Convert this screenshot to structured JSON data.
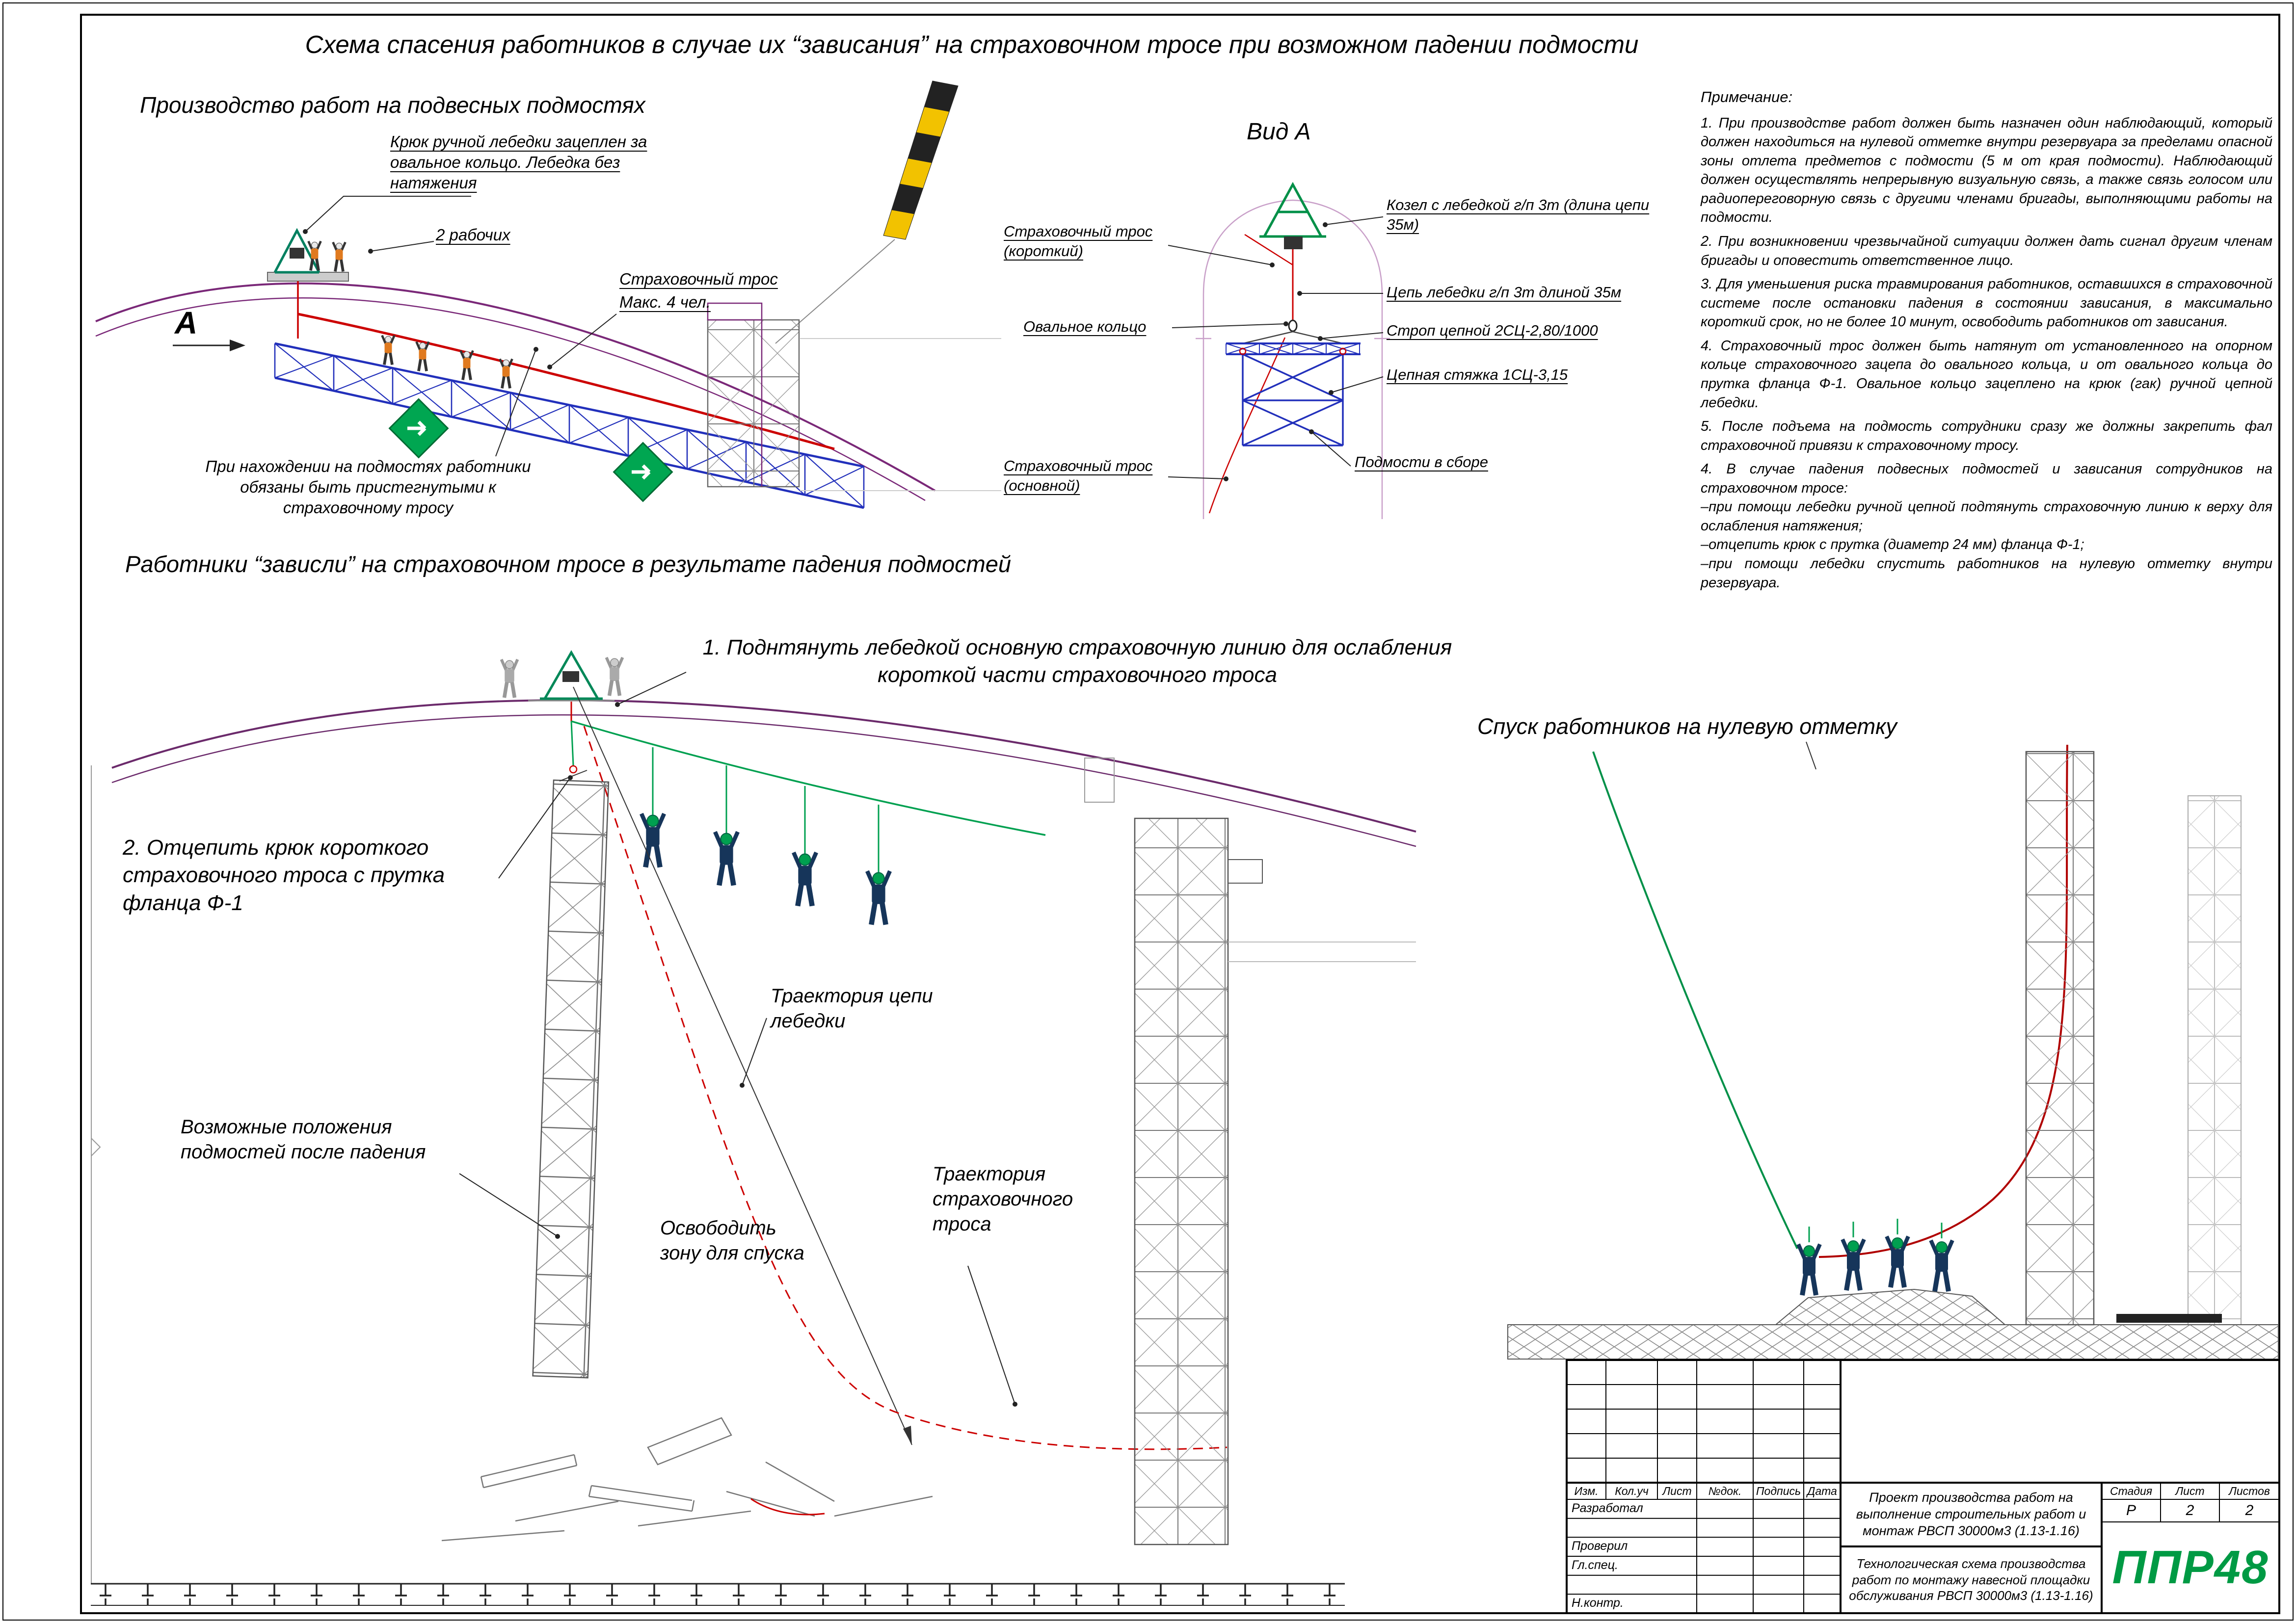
{
  "page": {
    "title": "Схема спасения работников в случае их “зависания” на страховочном тросе при возможном падении подмости"
  },
  "palette": {
    "roof_purple": "#7a2878",
    "rope_red": "#cc0000",
    "truss_blue": "#2230bb",
    "safety_green": "#00a050",
    "sign_green": "#00a651",
    "crane_yellow": "#f2c200",
    "logo_green": "#009a44"
  },
  "scene1": {
    "title": "Производство работ на подвесных подмостях",
    "hook_note": "Крюк ручной лебедки зацеплен за овальное кольцо. Лебедка без натяжения",
    "two_workers": "2 рабочих",
    "rope_label": "Страховочный трос",
    "rope_max": "Макс. 4 чел.",
    "view_marker": "А",
    "attach_note": "При нахождении на подмостях работники обязаны быть пристегнутыми к страховочному тросу"
  },
  "viewA": {
    "title": "Вид А",
    "trestle": "Козел с лебедкой г/п 3т (длина цепи 35м)",
    "rope_short": "Страховочный трос (короткий)",
    "chain": "Цепь лебедки г/п 3т длиной 35м",
    "oval_ring": "Овальное кольцо",
    "sling": "Строп цепной 2СЦ-2,80/1000",
    "tie": "Цепная стяжка 1СЦ-3,15",
    "scaffold_assembled": "Подмости в сборе",
    "rope_main": "Страховочный трос (основной)"
  },
  "notes": {
    "title": "Примечание:",
    "items": [
      "1. При производстве работ должен быть назначен один наблюдающий, который должен находиться на нулевой отметке внутри резервуара за пределами опасной зоны отлета предметов с подмости (5 м от края подмости). Наблюдающий должен осуществлять непрерывную визуальную связь, а также связь голосом или радиопереговорную связь с другими членами бригады, выполняющими работы на подмости.",
      "2. При возникновении чрезвычайной ситуации должен дать сигнал другим членам бригады и оповестить ответственное лицо.",
      "3. Для уменьшения риска травмирования работников, оставшихся в страховочной системе после остановки падения в состоянии зависания, в максимально короткий срок, но не более 10 минут, освободить работников от зависания.",
      "4. Страховочный трос должен быть натянут от установленного на опорном кольце страховочного зацепа до овального кольца, и от овального кольца до прутка фланца Ф-1. Овальное кольцо зацеплено на крюк (гак) ручной цепной лебедки.",
      "5. После подъема на подмость сотрудники сразу же должны закрепить фал страховочной привязи к страховочному тросу.",
      "4. В случае падения подвесных подмостей и зависания сотрудников на страховочном тросе:\n–при помощи лебедки ручной цепной подтянуть страховочную линию к верху для ослабления натяжения;\n–отцепить крюк с прутка (диаметр 24 мм) фланца Ф-1;\n–при помощи лебедки спустить работников на нулевую отметку внутри резервуара."
    ]
  },
  "scene2": {
    "title": "Работники “зависли” на страховочном тросе в результате падения подмостей",
    "step1": "1. Поднтянуть лебедкой основную страховочную линию для ослабления короткой части страховочного троса",
    "step2": "2. Отцепить крюк короткого страховочного троса с прутка фланца Ф-1",
    "chain_traj": "Траектория цепи лебедки",
    "positions": "Возможные положения подмостей после падения",
    "free_zone": "Освободить зону для спуска",
    "rope_traj": "Траектория страховочного троса"
  },
  "scene3": {
    "title": "Спуск работников на нулевую отметку"
  },
  "titleblock": {
    "cols": [
      "Изм.",
      "Кол.уч",
      "Лист",
      "№док.",
      "Подпись",
      "Дата"
    ],
    "roles": [
      "Разработал",
      "Проверил",
      "Гл.спец.",
      "Н.контр."
    ],
    "project": "Проект производства работ на выполнение строительных работ и монтаж РВСП 30000м3 (1.13-1.16)",
    "stage_label": "Стадия",
    "sheet_label": "Лист",
    "sheets_label": "Листов",
    "stage": "Р",
    "sheet": "2",
    "sheets": "2",
    "doc": "Технологическая схема производства работ по монтажу навесной площадки обслуживания РВСП 30000м3 (1.13-1.16)",
    "logo": "ППР48"
  }
}
